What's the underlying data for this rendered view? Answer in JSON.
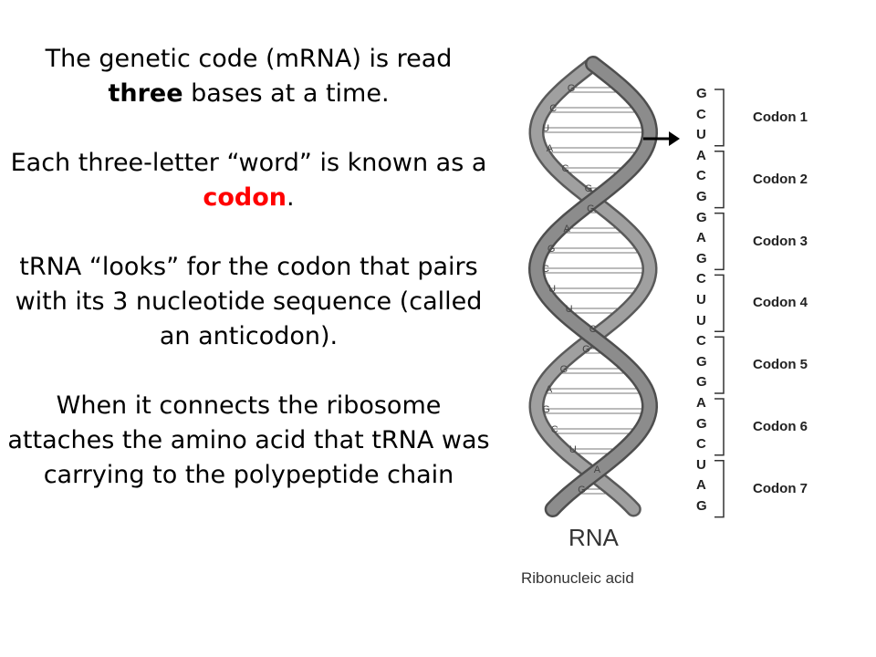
{
  "text": {
    "p1_a": "The genetic code (mRNA) is read",
    "p1_b_bold": "three",
    "p1_b_rest": " bases at a time.",
    "p2_a": "Each three-letter “word” is known as a ",
    "p2_codon": "codon",
    "p2_end": ".",
    "p3": "tRNA “looks” for the codon that pairs with its 3 nucleotide sequence (called an anticodon).",
    "p4": "When it connects the ribosome attaches the amino acid that tRNA was carrying to the polypeptide chain"
  },
  "figure": {
    "sequence": [
      "G",
      "C",
      "U",
      "A",
      "C",
      "G",
      "G",
      "A",
      "G",
      "C",
      "U",
      "U",
      "C",
      "G",
      "G",
      "A",
      "G",
      "C",
      "U",
      "A",
      "G"
    ],
    "codons": [
      "Codon 1",
      "Codon 2",
      "Codon 3",
      "Codon 4",
      "Codon 5",
      "Codon 6",
      "Codon 7"
    ],
    "strand_bases": [
      "G",
      "C",
      "U",
      "A",
      "C",
      "G",
      "G",
      "A",
      "G",
      "C",
      "U",
      "U",
      "C",
      "G",
      "G",
      "A",
      "G",
      "C",
      "U",
      "A",
      "G"
    ],
    "title": "RNA",
    "subtitle": "Ribonucleic acid",
    "arrow_icon": "right-arrow-icon",
    "colors": {
      "codon_highlight": "#ff0000",
      "helix": "#8c8c8c",
      "helix_dark": "#5a5a5a"
    }
  }
}
